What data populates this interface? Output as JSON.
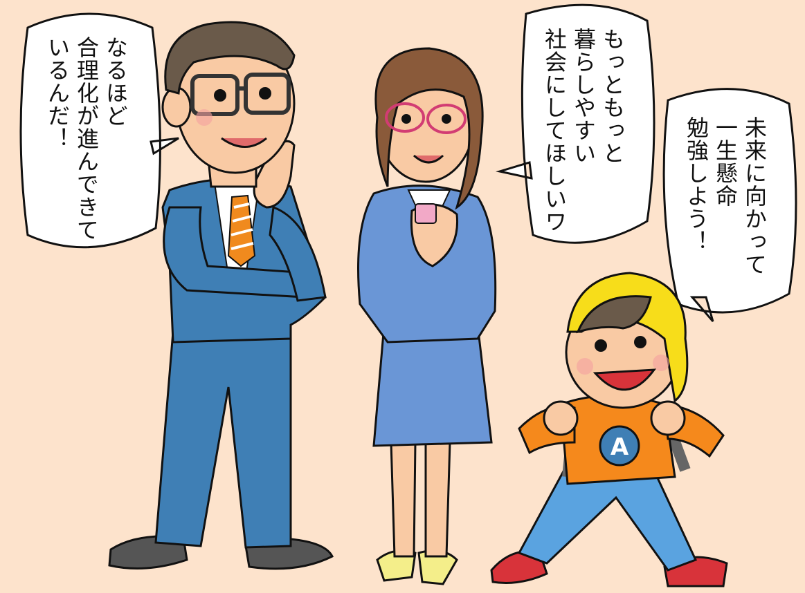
{
  "colors": {
    "background": "#fde3cc",
    "skin": "#f9caa4",
    "suit_man": "#3f7fb5",
    "suit_woman": "#6a96d6",
    "tie": "#f08a1e",
    "boy_shirt": "#f5891c",
    "boy_jeans": "#5aa3e0",
    "boy_cap": "#f7dd1a",
    "outline": "#111111",
    "bubble": "#ffffff"
  },
  "bubbles": {
    "man": {
      "lines": [
        "なるほど",
        "合理化が進んできて",
        "いるんだ！"
      ]
    },
    "woman": {
      "lines": [
        "もっともっと",
        "暮らしやすい",
        "社会にしてほしいワ"
      ]
    },
    "boy": {
      "lines": [
        "未来に向かって",
        "一生懸命",
        "勉強しよう！"
      ]
    }
  },
  "badge": {
    "letter": "A"
  }
}
